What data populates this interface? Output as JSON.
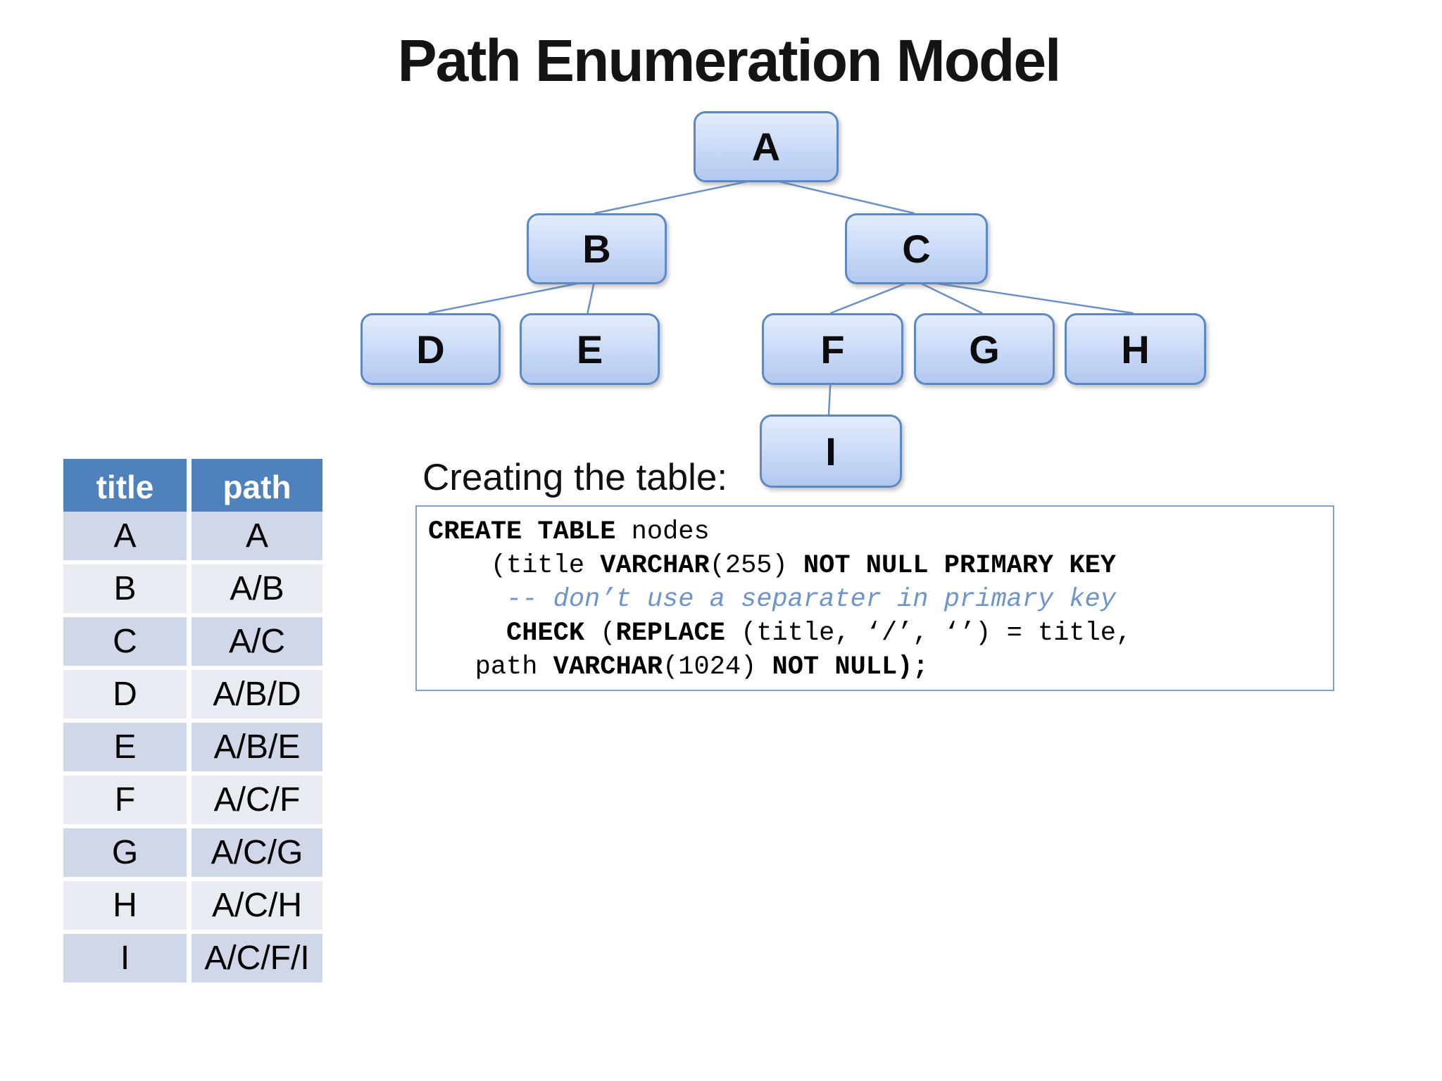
{
  "title": "Path Enumeration Model",
  "tree": {
    "nodes": [
      {
        "id": "A",
        "label": "A"
      },
      {
        "id": "B",
        "label": "B"
      },
      {
        "id": "C",
        "label": "C"
      },
      {
        "id": "D",
        "label": "D"
      },
      {
        "id": "E",
        "label": "E"
      },
      {
        "id": "F",
        "label": "F"
      },
      {
        "id": "G",
        "label": "G"
      },
      {
        "id": "H",
        "label": "H"
      },
      {
        "id": "I",
        "label": "I"
      }
    ],
    "edges": [
      [
        "A",
        "B"
      ],
      [
        "A",
        "C"
      ],
      [
        "B",
        "D"
      ],
      [
        "B",
        "E"
      ],
      [
        "C",
        "F"
      ],
      [
        "C",
        "G"
      ],
      [
        "C",
        "H"
      ],
      [
        "F",
        "I"
      ]
    ]
  },
  "table": {
    "columns": [
      "title",
      "path"
    ],
    "rows": [
      [
        "A",
        "A"
      ],
      [
        "B",
        "A/B"
      ],
      [
        "C",
        "A/C"
      ],
      [
        "D",
        "A/B/D"
      ],
      [
        "E",
        "A/B/E"
      ],
      [
        "F",
        "A/C/F"
      ],
      [
        "G",
        "A/C/G"
      ],
      [
        "H",
        "A/C/H"
      ],
      [
        "I",
        "A/C/F/I"
      ]
    ]
  },
  "code_panel": {
    "label": "Creating the table:",
    "lines": [
      [
        {
          "t": "CREATE TABLE",
          "b": true
        },
        {
          "t": " nodes"
        }
      ],
      [
        {
          "t": "    (title "
        },
        {
          "t": "VARCHAR",
          "b": true
        },
        {
          "t": "(255) "
        },
        {
          "t": "NOT NULL PRIMARY KEY",
          "b": true
        }
      ],
      [
        {
          "t": "     -- don’t use a separater in primary key",
          "cm": true
        }
      ],
      [
        {
          "t": "     "
        },
        {
          "t": "CHECK",
          "b": true
        },
        {
          "t": " ("
        },
        {
          "t": "REPLACE",
          "b": true
        },
        {
          "t": " (title, ‘/’, ‘’) = title,"
        }
      ],
      [
        {
          "t": "   path "
        },
        {
          "t": "VARCHAR",
          "b": true
        },
        {
          "t": "(1024) "
        },
        {
          "t": "NOT NULL);",
          "b": true
        }
      ]
    ]
  },
  "colors": {
    "table_header_bg": "#4F81BD",
    "table_row_dark": "#CFD7E8",
    "table_row_light": "#E9EBF3",
    "node_border": "#5D88C2",
    "node_fill_top": "#E2ECFC",
    "node_fill_bottom": "#B2C8EF",
    "edge_line": "#6B90C4",
    "code_border": "#7DA0CD",
    "comment_text": "#6E94C8",
    "header_text": "#FFFFFF"
  }
}
